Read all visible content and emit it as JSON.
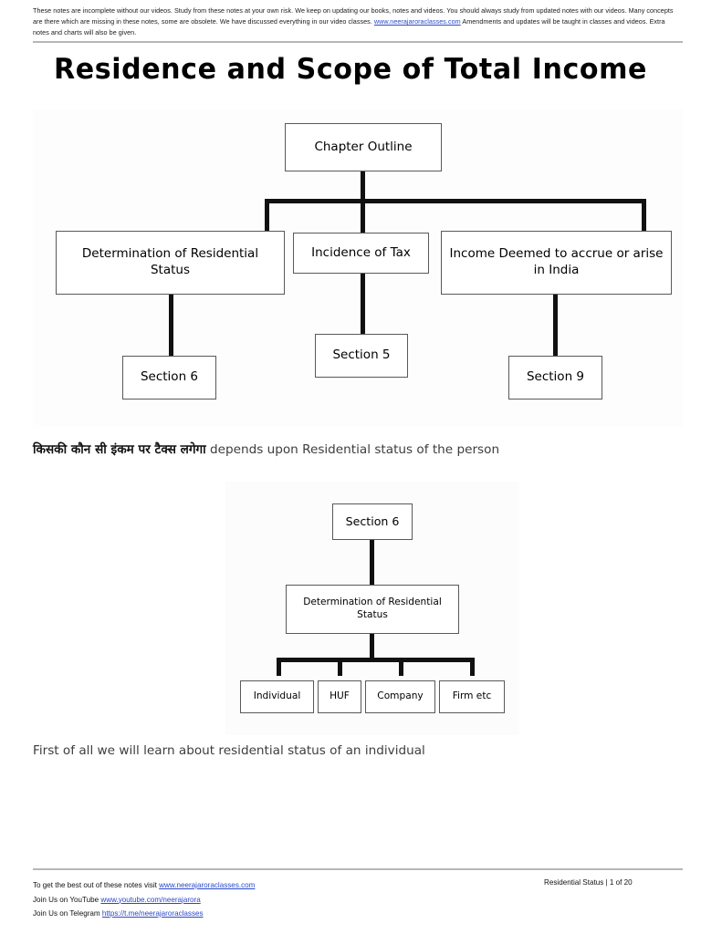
{
  "header": {
    "disclaimer_part1": "These notes are incomplete without our videos. Study from these notes at your own risk. We keep on updating our books, notes and videos. You should always study from updated notes with our videos. Many concepts are there which are missing in these notes, some are obsolete. We have discussed everything in our video classes. ",
    "disclaimer_link": "www.neerajaroraclasses.com",
    "disclaimer_part2": " Amendments and updates will be taught in classes and videos. Extra notes and charts will also be given."
  },
  "title": "Residence and Scope of Total Income",
  "chart_one": {
    "root": "Chapter Outline",
    "branches": [
      {
        "label": "Determination of Residential Status",
        "child": "Section 6"
      },
      {
        "label": "Incidence of Tax",
        "child": "Section 5"
      },
      {
        "label": "Income Deemed to accrue or arise in India",
        "child": "Section 9"
      }
    ]
  },
  "body": {
    "line_one_hindi": "किसकी कौन सी इंकम पर टैक्स लगेगा",
    "line_one_english": " depends upon Residential status of the person",
    "line_two": "First of all we will learn about residential status of an individual"
  },
  "chart_two": {
    "root": "Section 6",
    "middle": "Determination of Residential Status",
    "leaves": [
      "Individual",
      "HUF",
      "Company",
      "Firm etc"
    ]
  },
  "footer": {
    "line1_prefix": "To get the best out of these notes visit ",
    "line1_link": "www.neerajaroraclasses.com",
    "line2_prefix": "Join Us on YouTube ",
    "line2_link": "www.youtube.com/neerajarora",
    "line3_prefix": "Join Us on Telegram ",
    "line3_link": "https://t.me/neerajaroraclasses",
    "page_info": "Residential Status | 1 of 20"
  },
  "colors": {
    "link": "#2a49c8",
    "rule": "#b7b7b7",
    "node_border": "#595959",
    "connector": "#111111"
  }
}
